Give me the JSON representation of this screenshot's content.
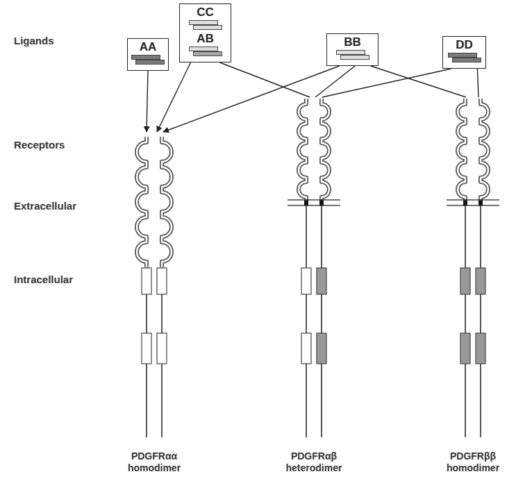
{
  "diagram": {
    "nodes": [
      {
        "text": [
          "AA"
        ]
      },
      {
        "text": [
          "CC",
          "AB"
        ]
      },
      {
        "text": [
          "BB"
        ]
      },
      {
        "text": [
          "DD"
        ]
      },
      {
        "text": [
          "PDGFRαα homodimer"
        ]
      },
      {
        "text": [
          "PDGFRαβ heterodimer"
        ]
      },
      {
        "text": [
          "PDGFRββ homodimer"
        ]
      }
    ],
    "edges": [
      {
        "from": 0,
        "to": 4,
        "arrow": "to"
      },
      {
        "from": 1,
        "to": 4,
        "arrow": "to"
      },
      {
        "from": 2,
        "to": 4,
        "arrow": "to"
      },
      {
        "from": 1,
        "to": 5,
        "arrow": "none"
      },
      {
        "from": 2,
        "to": 5,
        "arrow": "none"
      },
      {
        "from": 2,
        "to": 6,
        "arrow": "none"
      },
      {
        "from": 3,
        "to": 5,
        "arrow": "none"
      },
      {
        "from": 3,
        "to": 6,
        "arrow": "none"
      }
    ],
    "labels": [
      "Ligands",
      "Receptors",
      "Extracellular",
      "Intracellular"
    ]
  }
}
